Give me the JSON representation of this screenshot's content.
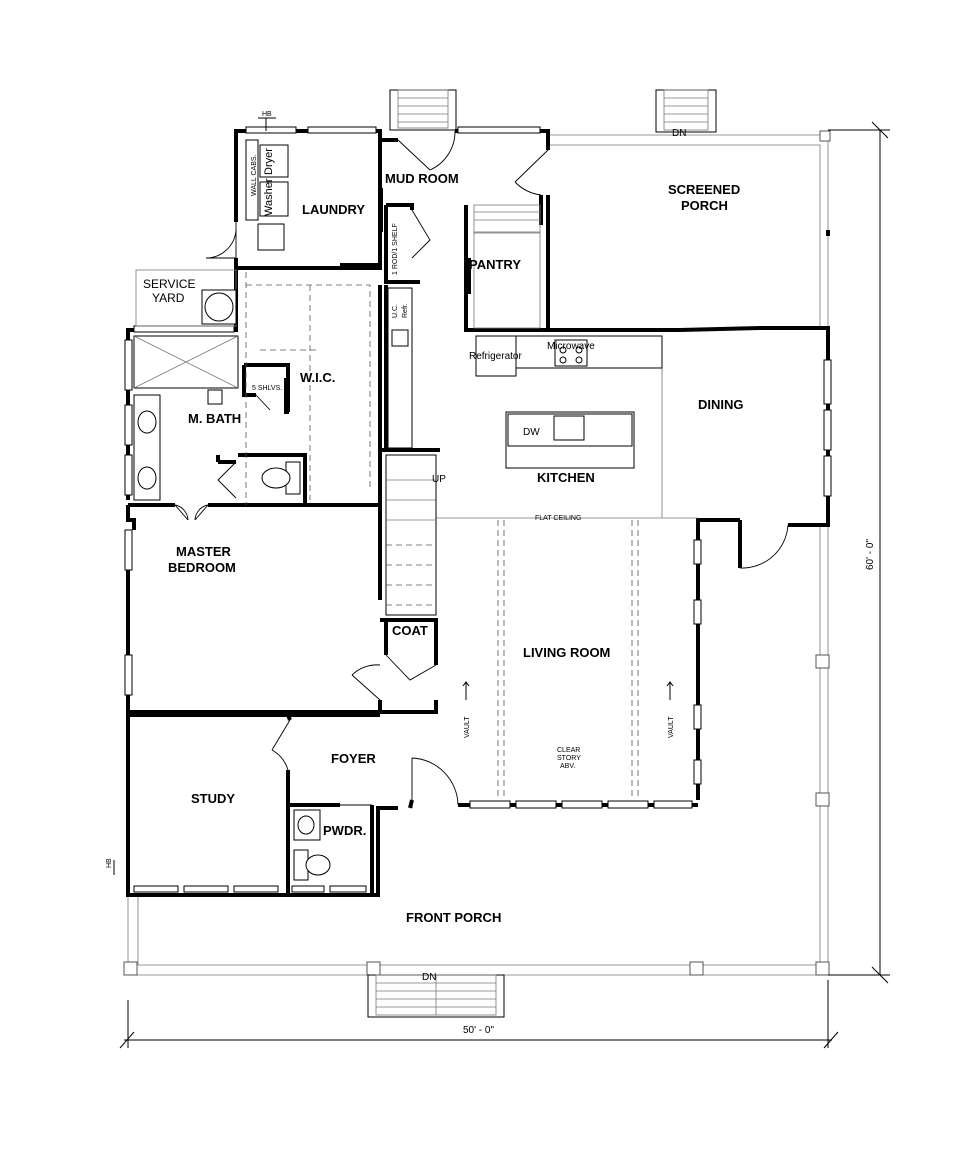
{
  "rooms": {
    "mud_room": "MUD ROOM",
    "screened_porch_1": "SCREENED",
    "screened_porch_2": "PORCH",
    "laundry": "LAUNDRY",
    "pantry": "PANTRY",
    "service_yard_1": "SERVICE",
    "service_yard_2": "YARD",
    "wic": "W.I.C.",
    "m_bath": "M. BATH",
    "dining": "DINING",
    "kitchen": "KITCHEN",
    "master_bedroom_1": "MASTER",
    "master_bedroom_2": "BEDROOM",
    "coat": "COAT",
    "living_room": "LIVING ROOM",
    "foyer": "FOYER",
    "study": "STUDY",
    "pwdr": "PWDR.",
    "front_porch": "FRONT PORCH"
  },
  "labels": {
    "hb_top": "HB",
    "hb_left": "HB",
    "dn_top": "DN",
    "dn_bottom": "DN",
    "wall_cabs": "WALL CABS.",
    "dryer": "Dryer",
    "washer": "Washer",
    "rod_shelf": "1 ROD/1 SHELF",
    "uc_refr_1": "U.C.",
    "uc_refr_2": "Refr.",
    "five_shlvs": "5 SHLVS.",
    "refrigerator": "Refrigerator",
    "microwave": "Microwave",
    "dw": "DW",
    "up": "UP",
    "flat_ceiling": "FLAT CEILING",
    "vault_left": "VAULT",
    "vault_right": "VAULT",
    "clear_story_1": "CLEAR",
    "clear_story_2": "STORY",
    "clear_story_3": "ABV."
  },
  "dimensions": {
    "depth": "60' - 0\"",
    "width": "50' - 0\""
  }
}
